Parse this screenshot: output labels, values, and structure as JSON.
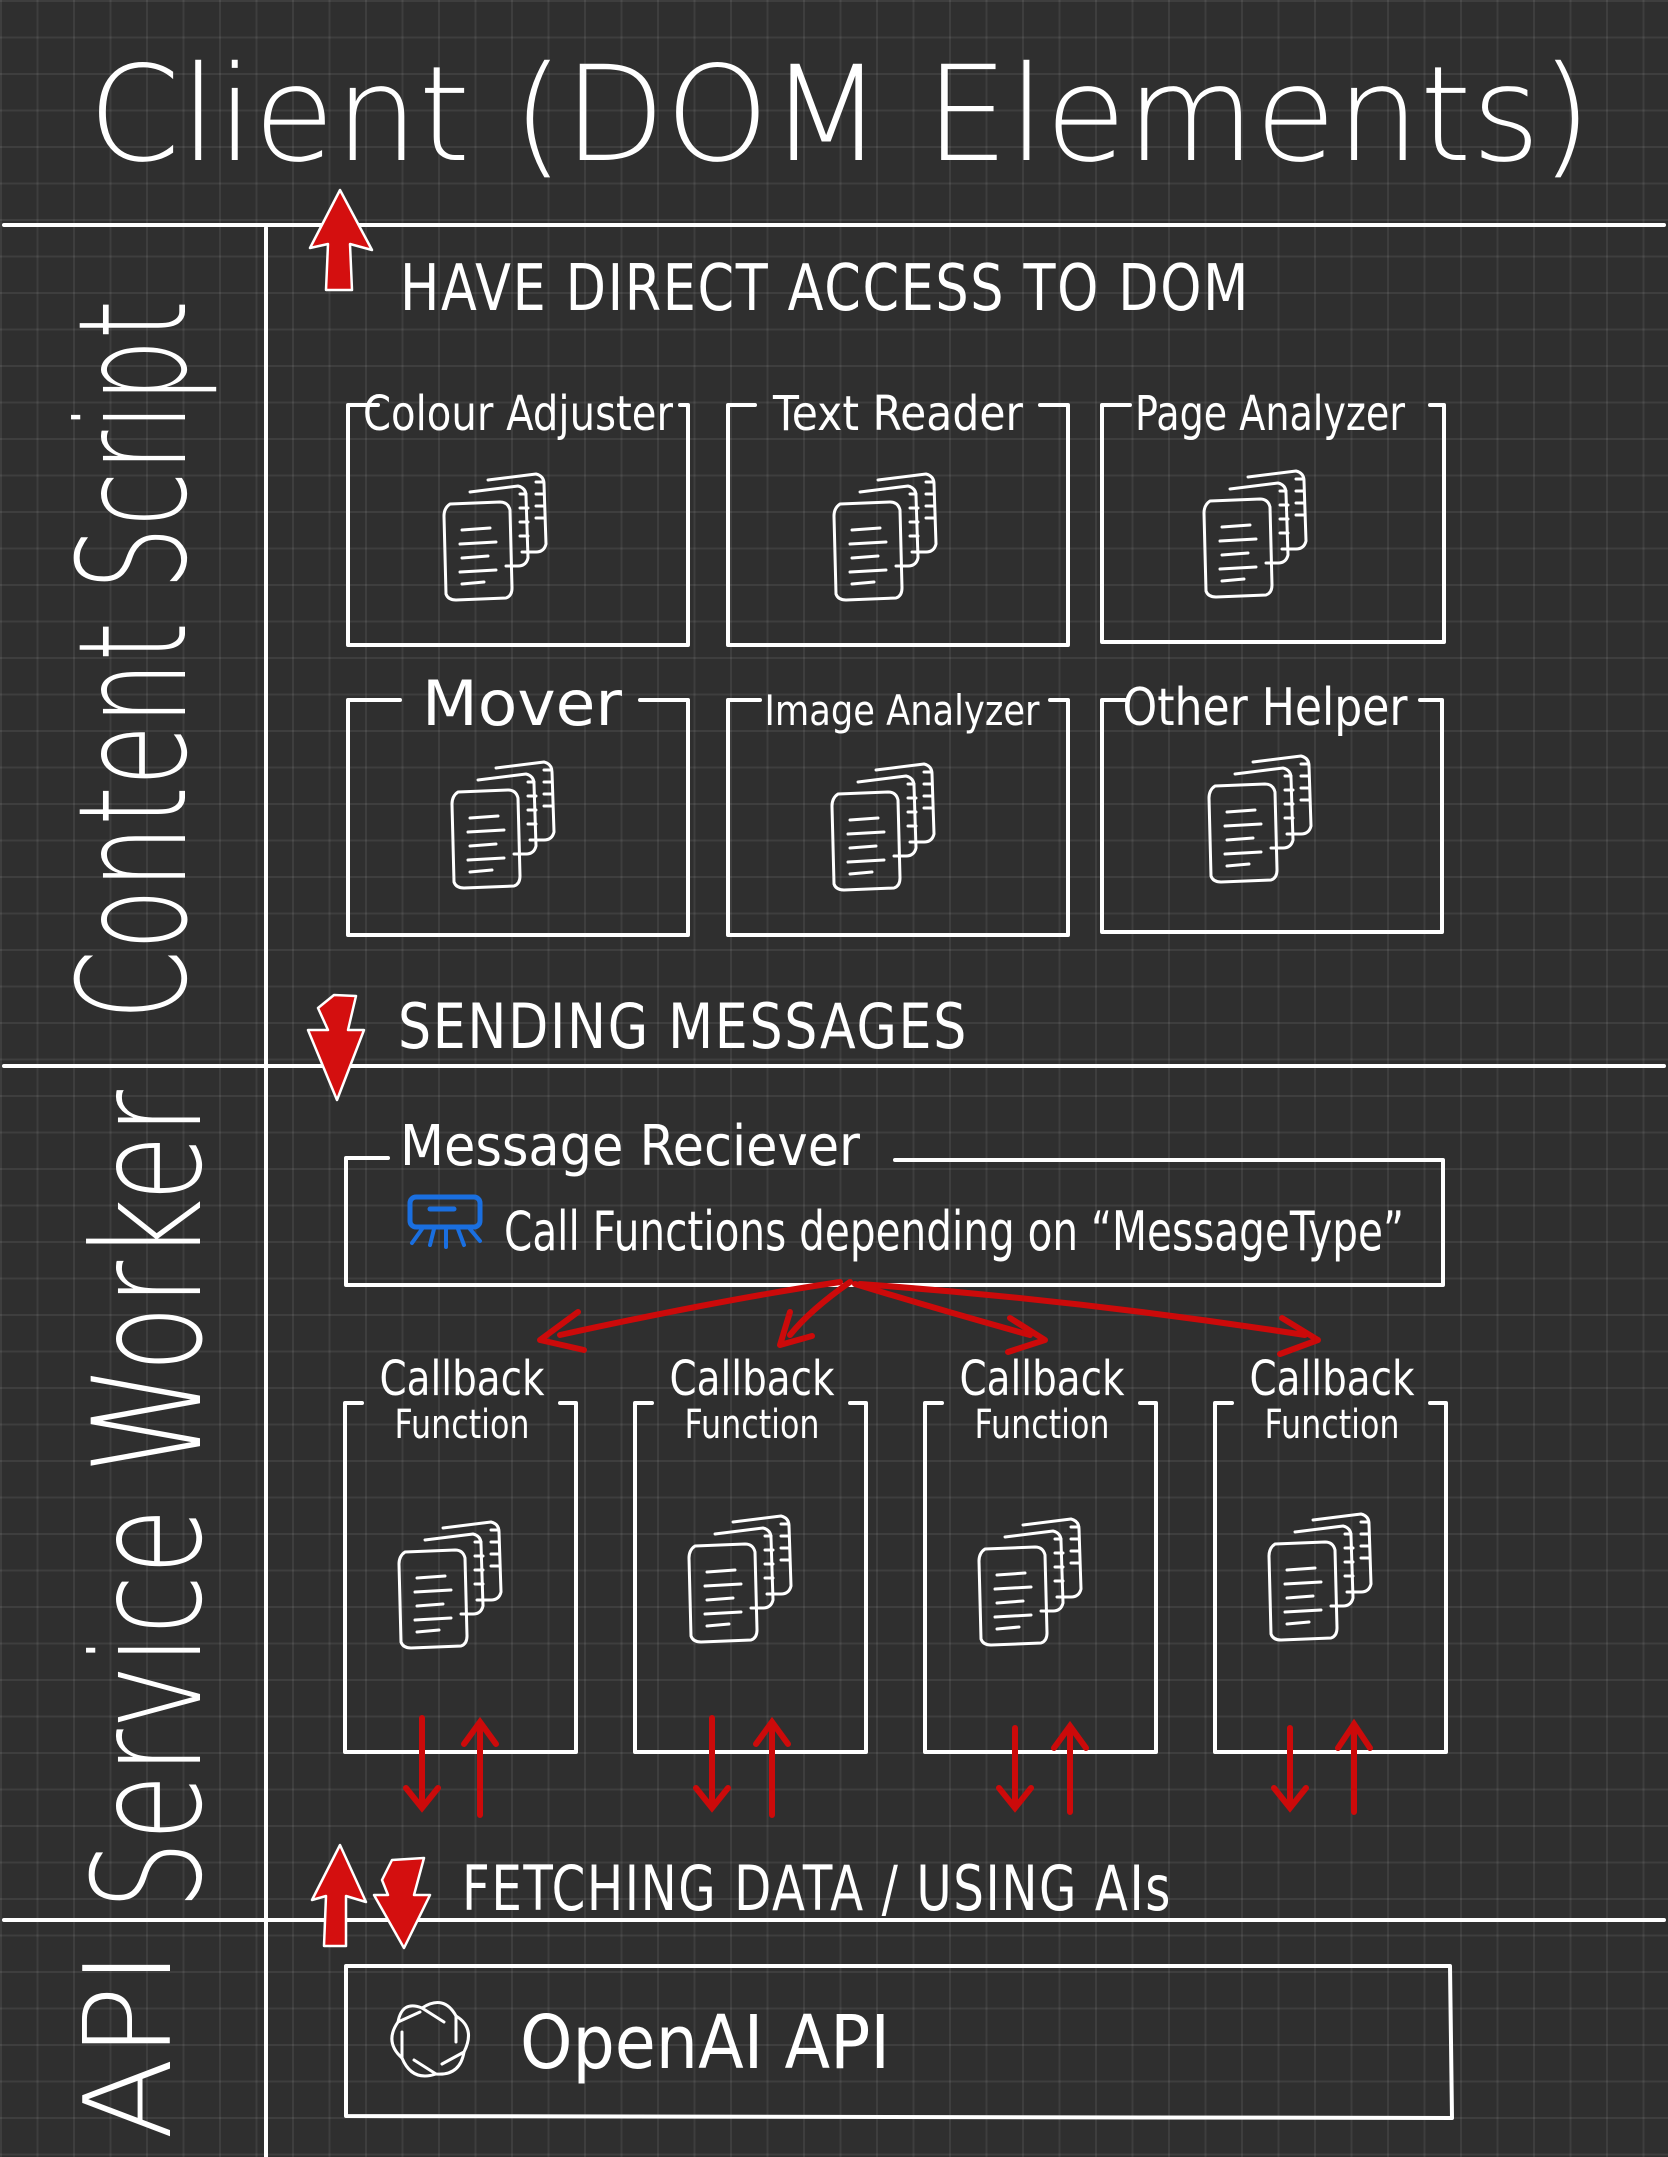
{
  "colors": {
    "background": "#2f2f2f",
    "grid": "#454545",
    "ink": "#ffffff",
    "arrow": "#cc0a0a",
    "accent_icon": "#1a6fe0"
  },
  "title": "Client (DOM Elements)",
  "lanes": {
    "content_script": "Content Script",
    "service_worker": "Service Worker",
    "api": "API"
  },
  "annotations": {
    "dom_access": "HAVE DIRECT ACCESS TO DOM",
    "sending_messages": "SENDING MESSAGES",
    "fetching": "FETCHING DATA / USING AIs"
  },
  "content_modules": [
    {
      "label": "Colour Adjuster",
      "icon": "document-stack-icon"
    },
    {
      "label": "Text Reader",
      "icon": "document-stack-icon"
    },
    {
      "label": "Page Analyzer",
      "icon": "document-stack-icon"
    },
    {
      "label": "Mover",
      "icon": "document-stack-icon"
    },
    {
      "label": "Image Analyzer",
      "icon": "document-stack-icon"
    },
    {
      "label": "Other Helper",
      "icon": "document-stack-icon"
    }
  ],
  "message_receiver": {
    "label": "Message Reciever",
    "description": "Call Functions depending on “MessageType”",
    "icon": "router-icon"
  },
  "callbacks": [
    {
      "line1": "Callback",
      "line2": "Function",
      "icon": "document-stack-icon"
    },
    {
      "line1": "Callback",
      "line2": "Function",
      "icon": "document-stack-icon"
    },
    {
      "line1": "Callback",
      "line2": "Function",
      "icon": "document-stack-icon"
    },
    {
      "line1": "Callback",
      "line2": "Function",
      "icon": "document-stack-icon"
    }
  ],
  "api_box": {
    "label": "OpenAI API",
    "icon": "openai-logo-icon"
  }
}
